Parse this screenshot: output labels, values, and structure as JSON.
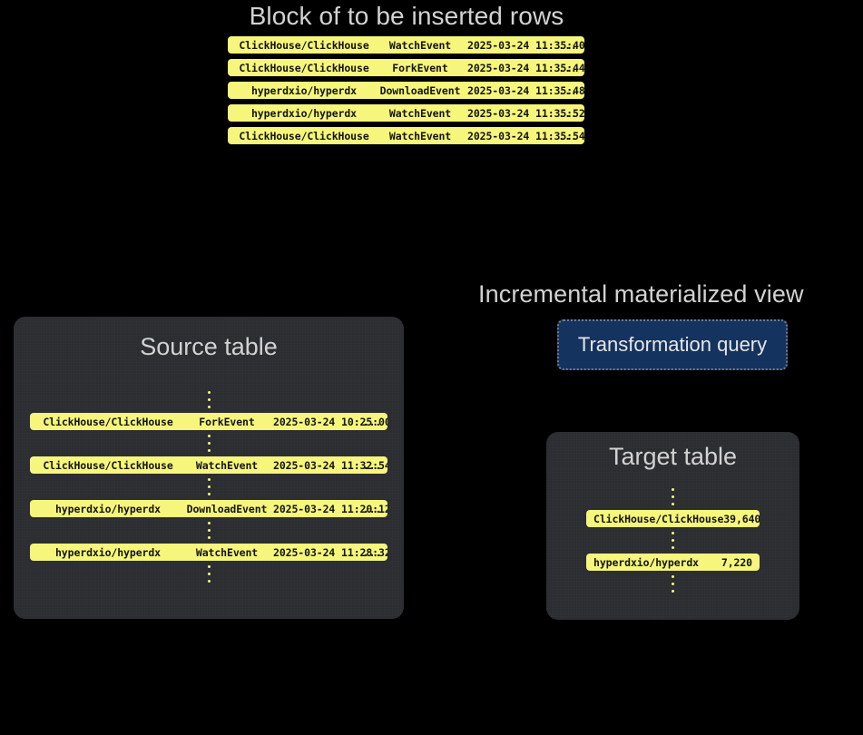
{
  "headings": {
    "block": "Block of to be inserted rows",
    "incremental_mv": "Incremental materialized view"
  },
  "block_rows": [
    {
      "repo": "ClickHouse/ClickHouse",
      "event": "WatchEvent",
      "time": "2025-03-24 11:35:40",
      "more": "..."
    },
    {
      "repo": "ClickHouse/ClickHouse",
      "event": "ForkEvent",
      "time": "2025-03-24 11:35:44",
      "more": "..."
    },
    {
      "repo": "hyperdxio/hyperdx",
      "event": "DownloadEvent",
      "time": "2025-03-24 11:35:48",
      "more": "..."
    },
    {
      "repo": "hyperdxio/hyperdx",
      "event": "WatchEvent",
      "time": "2025-03-24 11:35:52",
      "more": "..."
    },
    {
      "repo": "ClickHouse/ClickHouse",
      "event": "WatchEvent",
      "time": "2025-03-24 11:35:54",
      "more": "..."
    }
  ],
  "source_table": {
    "title": "Source table",
    "rows": [
      {
        "repo": "ClickHouse/ClickHouse",
        "event": "ForkEvent",
        "time": "2025-03-24 10:25:00",
        "more": "..."
      },
      {
        "repo": "ClickHouse/ClickHouse",
        "event": "WatchEvent",
        "time": "2025-03-24 11:32:54",
        "more": "..."
      },
      {
        "repo": "hyperdxio/hyperdx",
        "event": "DownloadEvent",
        "time": "2025-03-24 11:20:12",
        "more": "..."
      },
      {
        "repo": "hyperdxio/hyperdx",
        "event": "WatchEvent",
        "time": "2025-03-24 11:28:32",
        "more": "..."
      }
    ]
  },
  "target_table": {
    "title": "Target table",
    "rows": [
      {
        "repo": "ClickHouse/ClickHouse",
        "count": "39,640"
      },
      {
        "repo": "hyperdxio/hyperdx",
        "count": "7,220"
      }
    ]
  },
  "query_box": {
    "label": "Transformation query"
  },
  "colors": {
    "background": "#000000",
    "panel": "#2b2d31",
    "row_yellow": "#f6f67c",
    "row_text": "#141414",
    "heading_text": "#d2d2d2",
    "query_blue": "#14335e",
    "query_border": "#6f7a8c"
  }
}
